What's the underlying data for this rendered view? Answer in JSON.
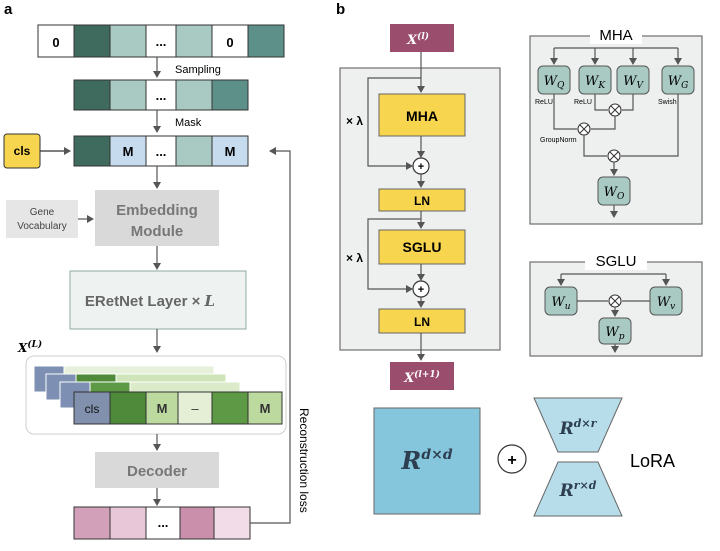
{
  "panel_a": {
    "label": "a",
    "input_row": [
      "0",
      "",
      "",
      "...",
      "",
      "0",
      ""
    ],
    "sampling_label": "Sampling",
    "sampled_row": [
      "",
      "",
      "...",
      "",
      ""
    ],
    "mask_label": "Mask",
    "cls_label": "cls",
    "masked_row": [
      "",
      "M",
      "...",
      "",
      "M"
    ],
    "gene_vocab": [
      "Gene",
      "Vocabulary"
    ],
    "embedding": [
      "Embedding",
      "Module"
    ],
    "eretnet_text": "ERetNet Layer × ",
    "eretnet_L": "L",
    "x_L": {
      "base": "X",
      "sup": "(L)"
    },
    "stack_front": [
      "cls",
      "",
      "M",
      "–",
      "",
      "M"
    ],
    "decoder": "Decoder",
    "output_row": [
      "",
      "",
      "...",
      "",
      ""
    ],
    "recon_loss": "Reconstruction loss"
  },
  "panel_b": {
    "label": "b",
    "x_in": {
      "base": "X",
      "sup": "(l)"
    },
    "x_out": {
      "base": "X",
      "sup": "(l+1)"
    },
    "mha": "MHA",
    "sglu": "SGLU",
    "ln1": "LN",
    "ln2": "LN",
    "lambda1": "× λ",
    "lambda2": "× λ",
    "plus": "+",
    "mha_detail": {
      "title": "MHA",
      "wq": "Q",
      "wk": "K",
      "wv": "V",
      "wg": "G",
      "wo": "O",
      "relu1": "ReLU",
      "relu2": "ReLU",
      "swish": "Swish",
      "groupnorm": "GroupNorm"
    },
    "sglu_detail": {
      "title": "SGLU",
      "wu": "u",
      "wv": "v",
      "wp": "p"
    },
    "lora": {
      "big": {
        "base": "R",
        "sup": "d×d"
      },
      "top": {
        "base": "R",
        "sup": "d×r"
      },
      "bottom": {
        "base": "R",
        "sup": "r×d"
      },
      "label": "LoRA"
    }
  },
  "colors": {
    "dark_teal": "#3f6b5e",
    "light_teal": "#a8cac3",
    "mid_teal": "#5c9088",
    "light_blue": "#c7dbee",
    "yellow": "#f7d54f",
    "gray_box": "#d9d9d9",
    "panel_bg": "#eef0ef",
    "maroon": "#9b4d6e",
    "pink": "#d9a7bd",
    "green_dark": "#4e8a3a",
    "green_light": "#cfe4b8",
    "lora_big": "#86c6dc",
    "lora_small": "#b6dde9"
  }
}
